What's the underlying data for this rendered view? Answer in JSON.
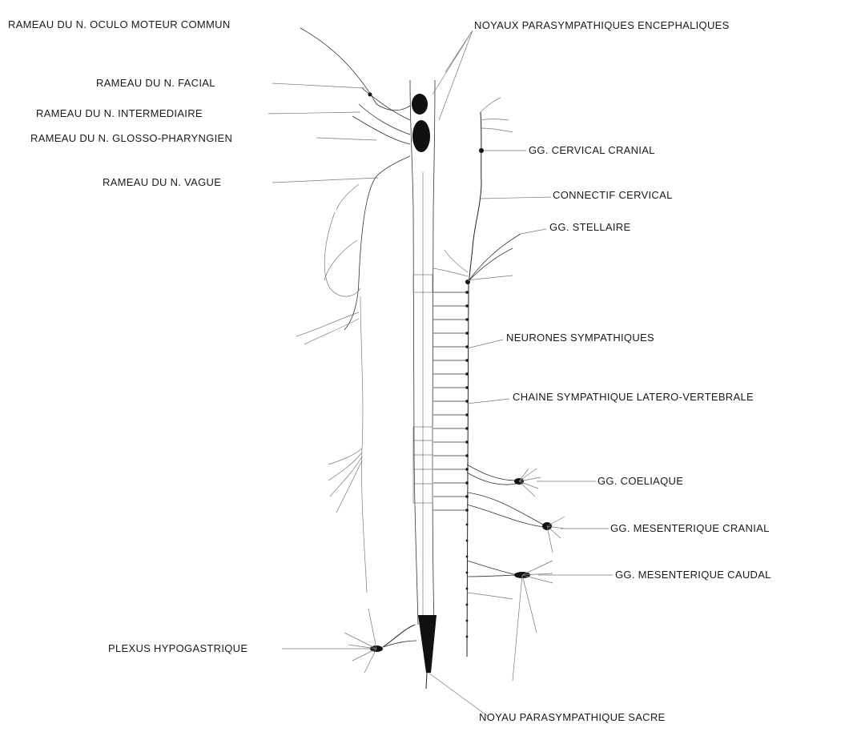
{
  "labels": {
    "rameau_oculo_moteur": "RAMEAU DU N. OCULO MOTEUR COMMUN",
    "noyaux_parasympathiques": "NOYAUX PARASYMPATHIQUES ENCEPHALIQUES",
    "rameau_facial": "RAMEAU DU N. FACIAL",
    "rameau_intermediaire": "RAMEAU DU N. INTERMEDIAIRE",
    "rameau_glosso_pharyngien": "RAMEAU DU N. GLOSSO-PHARYNGIEN",
    "gg_cervical_cranial": "GG. CERVICAL CRANIAL",
    "rameau_vague": "RAMEAU DU N. VAGUE",
    "connectif_cervical": "CONNECTIF CERVICAL",
    "gg_stellaire": "GG. STELLAIRE",
    "neurones_sympathiques": "NEURONES SYMPATHIQUES",
    "chaine_sympathique": "CHAINE SYMPATHIQUE LATERO-VERTEBRALE",
    "gg_coeliaque": "GG. COELIAQUE",
    "gg_mesenterique_cranial": "GG. MESENTERIQUE CRANIAL",
    "gg_mesenterique_caudal": "GG. MESENTERIQUE CAUDAL",
    "plexus_hypogastrique": "PLEXUS HYPOGASTRIQUE",
    "noyau_parasympathique_sacre": "NOYAU PARASYMPATHIQUE SACRE"
  }
}
